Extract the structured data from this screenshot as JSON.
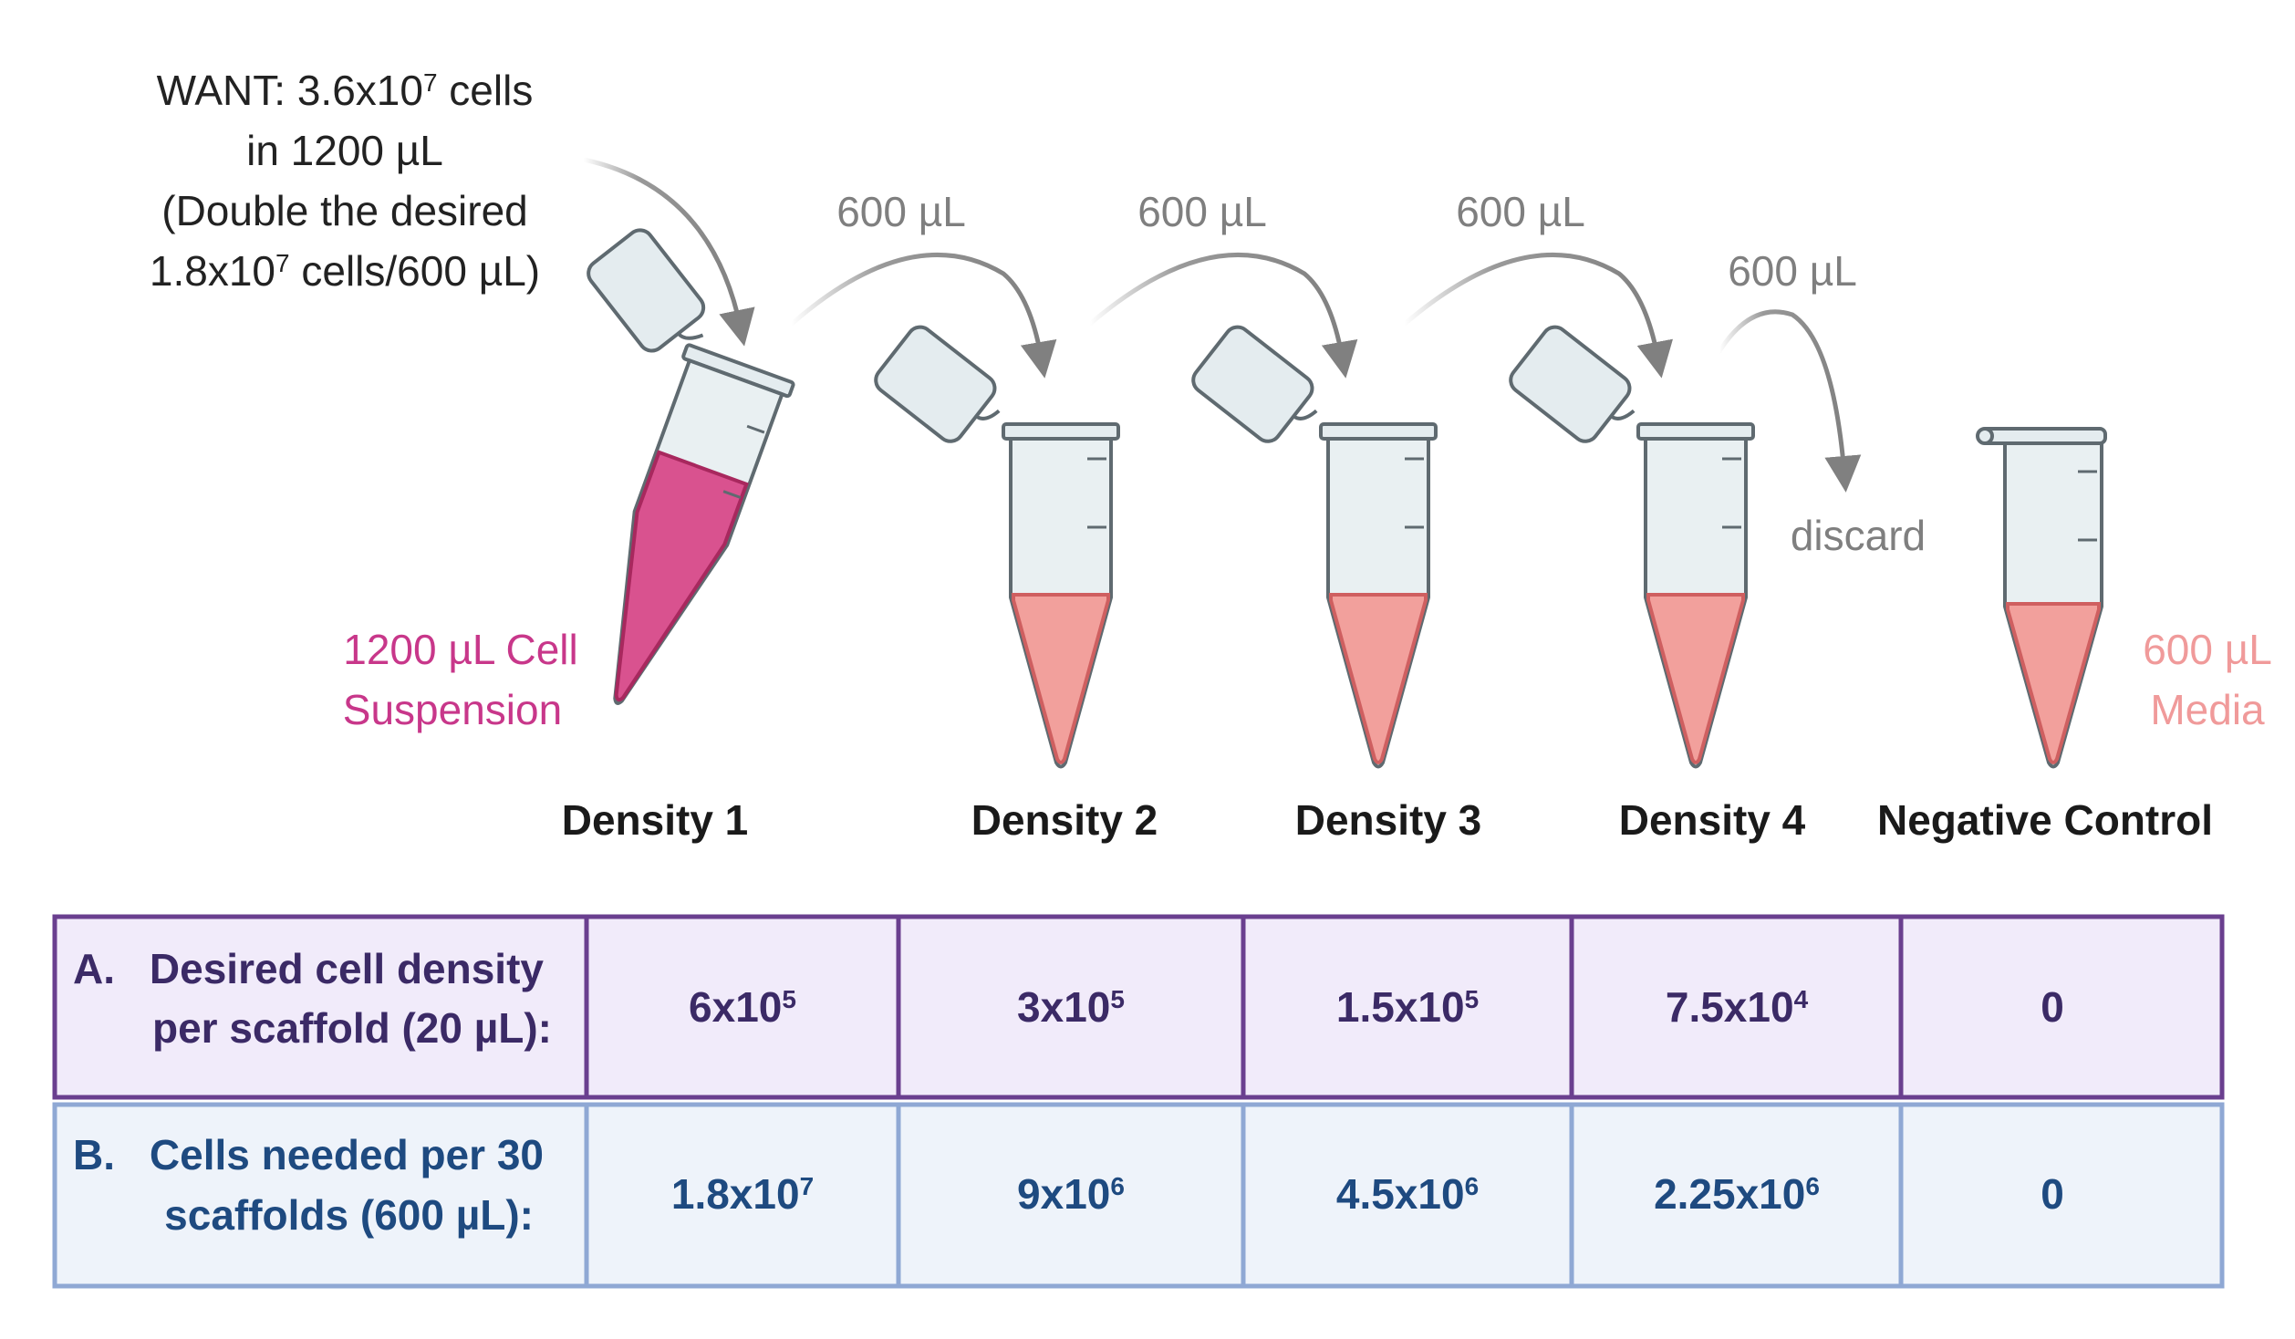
{
  "want": {
    "line1_pre": "WANT: 3.6x10",
    "line1_sup": "7",
    "line1_post": " cells",
    "line2": "in 1200 µL",
    "line3": "(Double the desired",
    "line4_pre": "1.8x10",
    "line4_sup": "7",
    "line4_post": " cells/600 µL)"
  },
  "transfers": [
    "600 µL",
    "600 µL",
    "600 µL",
    "600 µL"
  ],
  "discard_label": "discard",
  "cell_suspension": {
    "line1": "1200 µL Cell",
    "line2": "Suspension"
  },
  "media": {
    "line1": "600 µL",
    "line2": "Media"
  },
  "tube_labels": [
    "Density 1",
    "Density 2",
    "Density 3",
    "Density 4",
    "Negative Control"
  ],
  "table": {
    "row_a": {
      "letter": "A.",
      "label_line1": "Desired cell density",
      "label_line2": "per scaffold (20 µL):",
      "cells": [
        {
          "base": "6x10",
          "exp": "5"
        },
        {
          "base": "3x10",
          "exp": "5"
        },
        {
          "base": "1.5x10",
          "exp": "5"
        },
        {
          "base": "7.5x10",
          "exp": "4"
        },
        {
          "base": "0",
          "exp": ""
        }
      ]
    },
    "row_b": {
      "letter": "B.",
      "label_line1": "Cells needed per 30",
      "label_line2": "scaffolds (600 µL):",
      "cells": [
        {
          "base": "1.8x10",
          "exp": "7"
        },
        {
          "base": "9x10",
          "exp": "6"
        },
        {
          "base": "4.5x10",
          "exp": "6"
        },
        {
          "base": "2.25x10",
          "exp": "6"
        },
        {
          "base": "0",
          "exp": ""
        }
      ]
    }
  },
  "colors": {
    "magenta_liquid": "#d9528f",
    "magenta_text": "#c8378a",
    "pink_liquid": "#f2a09c",
    "pink_text": "#f09a9a",
    "grey_text": "#7f7f7f",
    "purple_border": "#6a3f8f",
    "purple_fill": "#f1ebfa",
    "purple_text": "#3b2a66",
    "blue_border": "#8fa8d4",
    "blue_fill": "#eef3fa",
    "blue_text": "#1e4a80"
  }
}
